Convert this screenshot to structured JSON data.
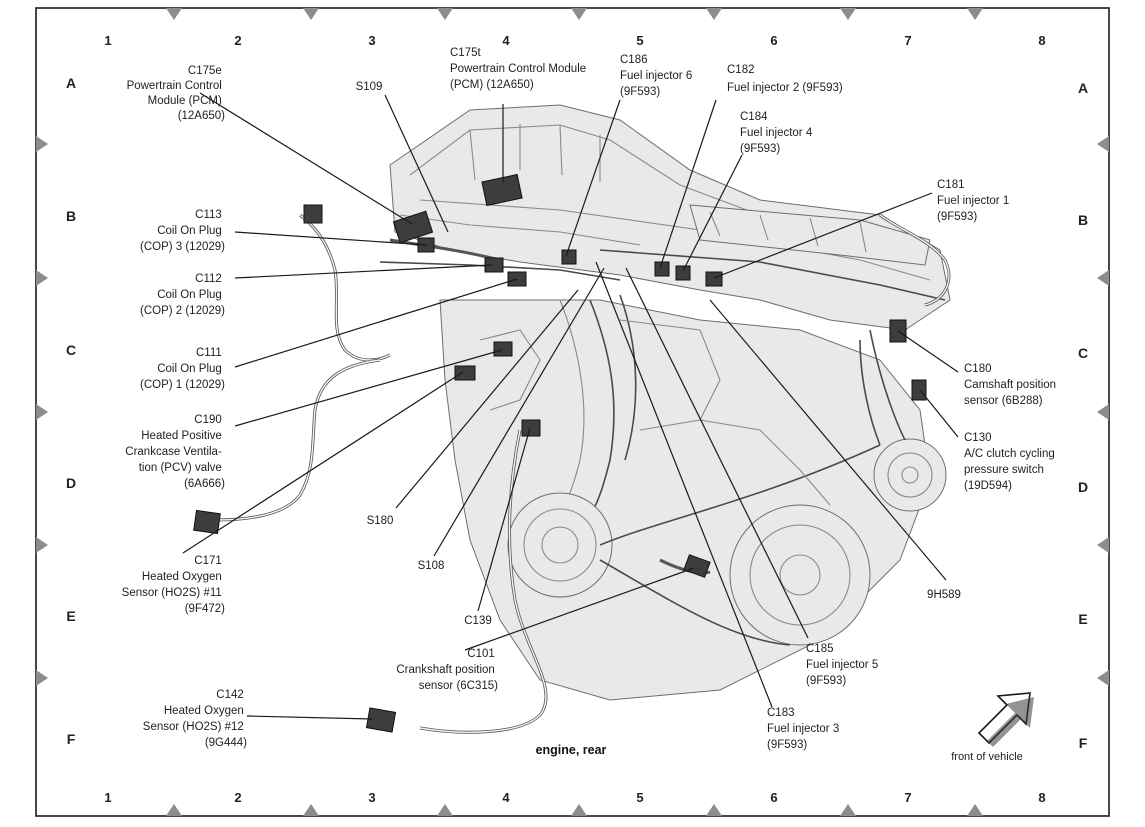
{
  "grid": {
    "columns": [
      "1",
      "2",
      "3",
      "4",
      "5",
      "6",
      "7",
      "8"
    ],
    "rows": [
      "A",
      "B",
      "C",
      "D",
      "E",
      "F"
    ]
  },
  "caption": "engine, rear",
  "orientation": {
    "label": "front of vehicle",
    "icon": "arrow-icon"
  },
  "callouts": [
    {
      "id": "c175e",
      "lines": [
        "C175e",
        "Powertrain Control",
        "Module (PCM)",
        "(12A650)"
      ]
    },
    {
      "id": "s109",
      "lines": [
        "S109"
      ]
    },
    {
      "id": "c175t",
      "lines": [
        "C175t",
        "Powertrain Control Module",
        "(PCM) (12A650)"
      ]
    },
    {
      "id": "c186",
      "lines": [
        "C186",
        "Fuel injector 6",
        "(9F593)"
      ]
    },
    {
      "id": "c182",
      "lines": [
        "C182",
        "Fuel injector 2 (9F593)"
      ]
    },
    {
      "id": "c184",
      "lines": [
        "C184",
        "Fuel injector 4",
        "(9F593)"
      ]
    },
    {
      "id": "c181",
      "lines": [
        "C181",
        "Fuel injector 1",
        "(9F593)"
      ]
    },
    {
      "id": "c113",
      "lines": [
        "C113",
        "Coil On Plug",
        "(COP) 3 (12029)"
      ]
    },
    {
      "id": "c112",
      "lines": [
        "C112",
        "Coil On Plug",
        "(COP) 2 (12029)"
      ]
    },
    {
      "id": "c111",
      "lines": [
        "C111",
        "Coil On Plug",
        "(COP) 1 (12029)"
      ]
    },
    {
      "id": "c190",
      "lines": [
        "C190",
        "Heated Positive",
        "Crankcase Ventila-",
        "tion (PCV) valve",
        "(6A666)"
      ]
    },
    {
      "id": "c180",
      "lines": [
        "C180",
        "Camshaft position",
        "sensor (6B288)"
      ]
    },
    {
      "id": "c130",
      "lines": [
        "C130",
        "A/C clutch cycling",
        "pressure switch",
        "(19D594)"
      ]
    },
    {
      "id": "s180",
      "lines": [
        "S180"
      ]
    },
    {
      "id": "s108",
      "lines": [
        "S108"
      ]
    },
    {
      "id": "c171",
      "lines": [
        "C171",
        "Heated Oxygen",
        "Sensor (HO2S) #11",
        "(9F472)"
      ]
    },
    {
      "id": "9h589",
      "lines": [
        "9H589"
      ]
    },
    {
      "id": "c139",
      "lines": [
        "C139"
      ]
    },
    {
      "id": "c101",
      "lines": [
        "C101",
        "Crankshaft position",
        "sensor (6C315)"
      ]
    },
    {
      "id": "c185",
      "lines": [
        "C185",
        "Fuel injector 5",
        "(9F593)"
      ]
    },
    {
      "id": "c142",
      "lines": [
        "C142",
        "Heated Oxygen",
        "Sensor (HO2S) #12",
        "(9G444)"
      ]
    },
    {
      "id": "c183",
      "lines": [
        "C183",
        "Fuel injector 3",
        "(9F593)"
      ]
    }
  ]
}
